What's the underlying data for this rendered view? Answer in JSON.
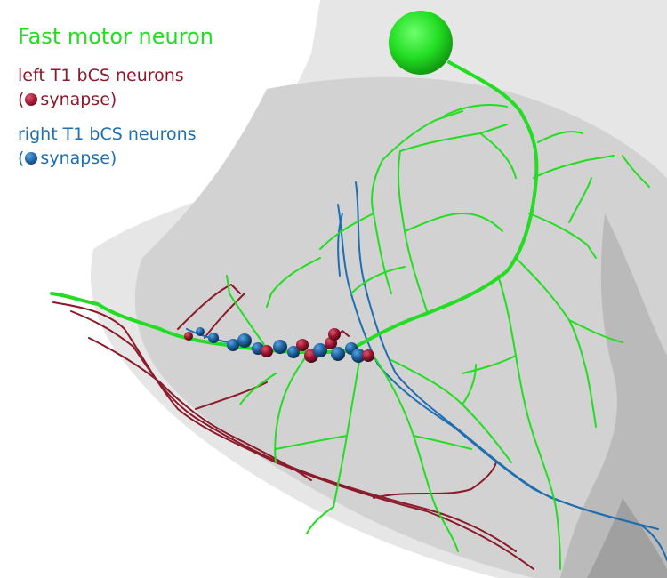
{
  "legend": {
    "title": "Fast motor neuron",
    "left": {
      "label": "left T1 bCS neurons",
      "open": "(",
      "synapse": "synapse)"
    },
    "right": {
      "label": "right T1 bCS neurons",
      "open": "(",
      "synapse": "synapse)"
    }
  },
  "colors": {
    "motor_neuron": "#22dd22",
    "left_bcs": "#8b1a2b",
    "right_bcs": "#1f6fb0",
    "left_synapse": "#9a1630",
    "right_synapse": "#1c5f9c",
    "tissue_light": "#e3e3e3",
    "tissue_mid": "#cfcfcf",
    "tissue_dark": "#9e9e9e"
  }
}
